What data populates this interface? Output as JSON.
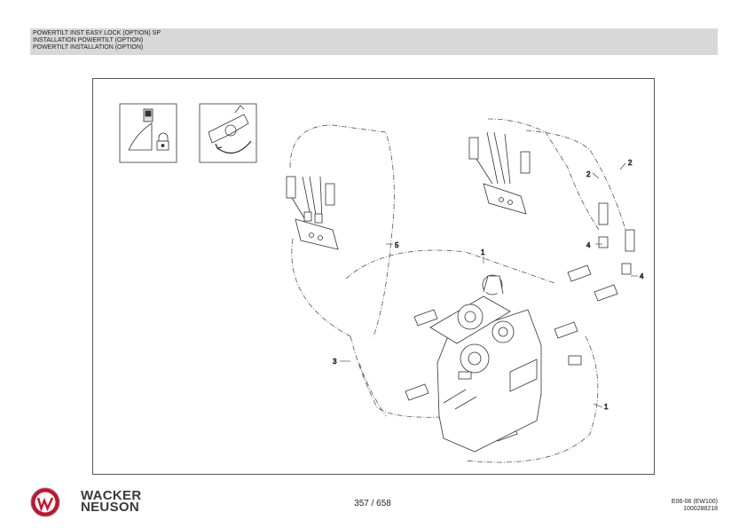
{
  "header": {
    "lines": [
      "POWERTILT INST EASY LOCK (OPTION) SP",
      "INSTALLATION POWERTILT (OPTION)",
      "POWERTILT INSTALLATION (OPTION)"
    ]
  },
  "diagram": {
    "callouts": [
      "1",
      "1",
      "2",
      "2",
      "3",
      "4",
      "4",
      "5"
    ]
  },
  "footer": {
    "brand_line1": "WACKER",
    "brand_line2": "NEUSON",
    "page_number": "357 / 658",
    "doc_code": "E06-06 (EW100)",
    "doc_number": "1000288218"
  },
  "colors": {
    "header_band": "#d8d8d8",
    "logo_red": "#c8102e",
    "line": "#333333"
  }
}
